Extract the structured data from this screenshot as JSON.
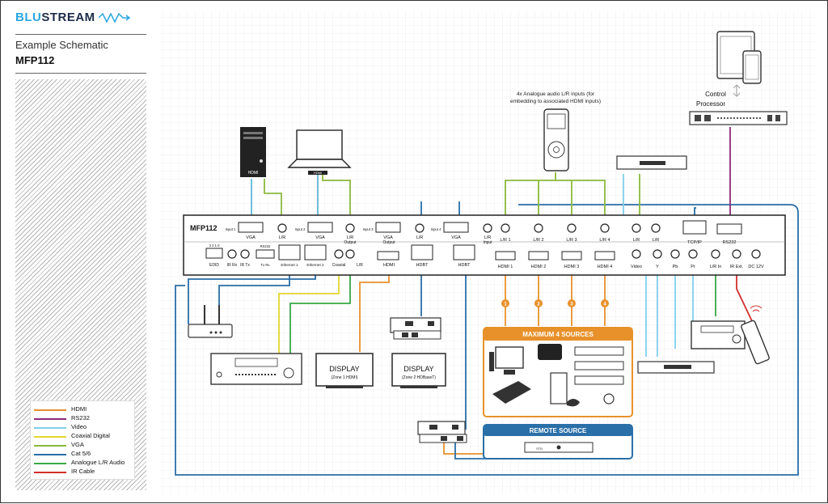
{
  "brand": {
    "logo_accent": "BLU",
    "logo_rest": "STREAM",
    "accent_color": "#2aa6df"
  },
  "header": {
    "subtitle": "Example Schematic",
    "model": "MFP112"
  },
  "legend": [
    {
      "label": "HDMI",
      "color": "#e8912b"
    },
    {
      "label": "RS232",
      "color": "#8e2c7a"
    },
    {
      "label": "Video",
      "color": "#7fd0ec"
    },
    {
      "label": "Coaxial Digital",
      "color": "#e3d530"
    },
    {
      "label": "VGA",
      "color": "#8aba3d"
    },
    {
      "label": "Cat 5/6",
      "color": "#2a6fa8"
    },
    {
      "label": "Analogue L/R Audio",
      "color": "#39a846"
    },
    {
      "label": "IR Cable",
      "color": "#d42d2d"
    }
  ],
  "device": {
    "model_label": "MFP112",
    "vga_labels": [
      "VGA",
      "VGA",
      "VGA",
      "VGA"
    ],
    "lr_top": [
      "L/R",
      "L/R",
      "L/R",
      "L/R"
    ],
    "input_labels": [
      "Input 1",
      "Input 2",
      "Input 3",
      "Input 4"
    ],
    "output_labels": [
      "Output",
      "Output",
      "Input"
    ],
    "audio_in_labels": [
      "L/R 1",
      "L/R 2",
      "L/R 3",
      "L/R 4"
    ],
    "extra_lr": [
      "L/R",
      "L/R"
    ],
    "tcpip": "TCP/IP",
    "rs232": "RS232",
    "edid": "EDID",
    "edid_nums": "3 2 1 0",
    "ir_rx": "IR Rx",
    "ir_tx": "IR Tx",
    "rs232_small": "RS232",
    "rs232_pins": "Tx Rx",
    "ethernet": [
      "Ethernet 1",
      "Ethernet 2"
    ],
    "coaxial": "Coaxial",
    "lr_out": "L/R",
    "hdmi_out": "HDMI",
    "hdbt": [
      "HDBT",
      "HDBT"
    ],
    "hdmi_in": [
      "HDMI 1",
      "HDMI 2",
      "HDMI 3",
      "HDMI 4"
    ],
    "video": "Video",
    "ypbpr": [
      "Y",
      "Pb",
      "Pr"
    ],
    "lr_in": "L/R In",
    "ir_ext": "IR Ext.",
    "dc": "DC 12V"
  },
  "annotations": {
    "audio_note_1": "4x Analogue audio L/R inputs (for",
    "audio_note_2": "embedding to associated HDMI inputs)",
    "control_1": "Control",
    "control_2": "Processor",
    "max_sources": "MAXIMUM 4 SOURCES",
    "remote_source": "REMOTE SOURCE",
    "display_1": "DISPLAY",
    "display_1_sub": "(Zone 1 HDMI)",
    "display_2": "DISPLAY",
    "display_2_sub": "(Zone 2 HDBaseT)",
    "hdmi_port_label": "HDMI",
    "pc_label": "HDMI",
    "hdmi_numbers": [
      "1",
      "2",
      "3",
      "4"
    ],
    "source_brand": "STB"
  }
}
